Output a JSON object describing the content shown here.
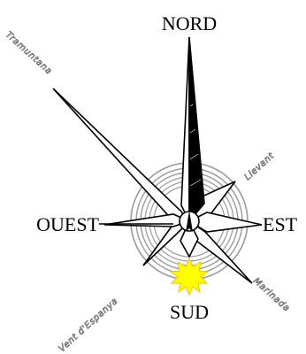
{
  "labels": {
    "north": "NORD",
    "south": "SUD",
    "east": "EST",
    "west": "OUEST"
  },
  "winds": {
    "northwest": "Tramuntana",
    "northeast": "Llevant",
    "southeast": "Marinada",
    "southwest": "Vent d'Espanya"
  },
  "colors": {
    "line": "#000000",
    "fill": "#ffffff",
    "ring": "#9a9a9a",
    "sun": "#ffff00",
    "sun_stroke": "#f2c200"
  },
  "icons": {
    "sun": "sun-icon",
    "compass": "compass-rose-icon"
  }
}
